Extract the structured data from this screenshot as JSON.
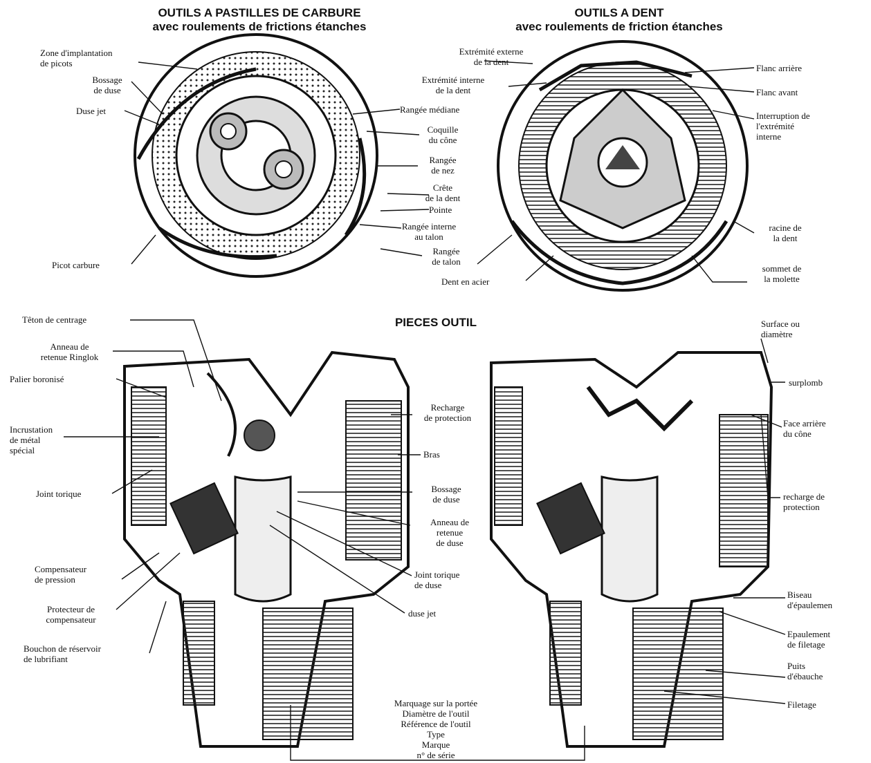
{
  "titles": {
    "left": [
      "OUTILS A PASTILLES DE CARBURE",
      "avec roulements de frictions étanches"
    ],
    "right": [
      "OUTILS A DENT",
      "avec roulements de friction étanches"
    ],
    "pieces": "PIECES OUTIL"
  },
  "labels": {
    "zone_implantation": [
      "Zone d'implantation",
      "de picots"
    ],
    "bossage_duse_top": [
      "Bossage",
      "de duse"
    ],
    "duse_jet_top": "Duse jet",
    "picot_carbure": "Picot carbure",
    "rangee_mediane": "Rangée médiane",
    "coquille_cone": [
      "Coquille",
      "du cône"
    ],
    "rangee_nez": [
      "Rangée",
      "de nez"
    ],
    "crete_dent": [
      "Crête",
      "de la dent"
    ],
    "pointe": "Pointe",
    "rangee_interne_talon": [
      "Rangée interne",
      "au talon"
    ],
    "rangee_talon": [
      "Rangée",
      "de talon"
    ],
    "extremite_externe": [
      "Extrémité externe",
      "de la dent"
    ],
    "extremite_interne": [
      "Extrémité interne",
      "de la dent"
    ],
    "flanc_arriere": "Flanc arrière",
    "flanc_avant": "Flanc avant",
    "interruption": [
      "Interruption de",
      "l'extrémité",
      "interne"
    ],
    "racine_dent": [
      "racine de",
      "la dent"
    ],
    "sommet_molette": [
      "sommet de",
      "la molette"
    ],
    "dent_acier": "Dent en acier",
    "teton_centrage": "Têton de centrage",
    "anneau_ringlok": [
      "Anneau de",
      "retenue Ringlok"
    ],
    "palier_boronise": "Palier boronisé",
    "incrustation": [
      "Incrustation",
      "de métal",
      "spécial"
    ],
    "joint_torique": "Joint torique",
    "compensateur": [
      "Compensateur",
      "de pression"
    ],
    "protecteur": [
      "Protecteur de",
      "compensateur"
    ],
    "bouchon": [
      "Bouchon de réservoir",
      "de lubrifiant"
    ],
    "recharge_protection_mid": [
      "Recharge",
      "de protection"
    ],
    "bras": "Bras",
    "bossage_duse_mid": [
      "Bossage",
      "de duse"
    ],
    "anneau_retenue_duse": [
      "Anneau de",
      "retenue",
      "de duse"
    ],
    "joint_torique_duse": [
      "Joint torique",
      "de duse"
    ],
    "duse_jet_mid": "duse jet",
    "marquage": [
      "Marquage sur la portée",
      "Diamètre de l'outil",
      "Référence de l'outil",
      "Type",
      "Marque",
      "n° de série"
    ],
    "surface_diametre": [
      "Surface ou",
      "diamètre"
    ],
    "surplomb": "surplomb",
    "face_arriere_cone": [
      "Face arrière",
      "du cône"
    ],
    "recharge_protection_right": [
      "recharge de",
      "protection"
    ],
    "biseau": [
      "Biseau",
      "d'épaulemen"
    ],
    "epaulement": [
      "Epaulement",
      "de filetage"
    ],
    "puits": [
      "Puits",
      "d'ébauche"
    ],
    "filetage": "Filetage"
  }
}
